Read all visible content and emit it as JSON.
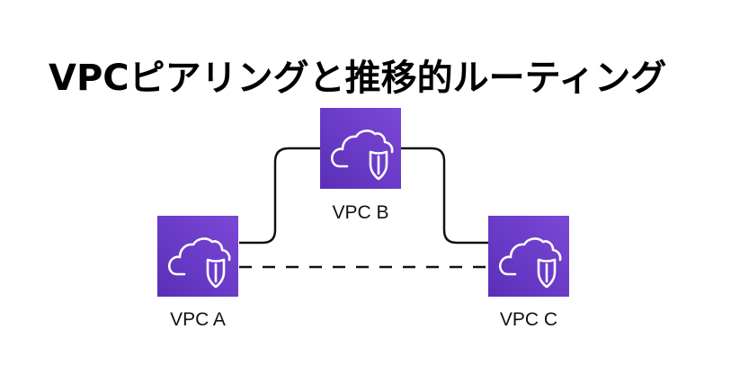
{
  "title": "VPCピアリングと推移的ルーティング",
  "colors": {
    "vpc_icon_bg": "#7B48D6",
    "vpc_icon_bg_dark": "#5A2FB8",
    "line": "#111111",
    "background": "#ffffff"
  },
  "nodes": {
    "vpc_a": {
      "label": "VPC A",
      "icon": "vpc-cloud-shield-icon"
    },
    "vpc_b": {
      "label": "VPC B",
      "icon": "vpc-cloud-shield-icon"
    },
    "vpc_c": {
      "label": "VPC C",
      "icon": "vpc-cloud-shield-icon"
    }
  },
  "edges": [
    {
      "from": "VPC A",
      "to": "VPC B",
      "style": "solid"
    },
    {
      "from": "VPC B",
      "to": "VPC C",
      "style": "solid"
    },
    {
      "from": "VPC A",
      "to": "VPC C",
      "style": "dashed"
    }
  ]
}
